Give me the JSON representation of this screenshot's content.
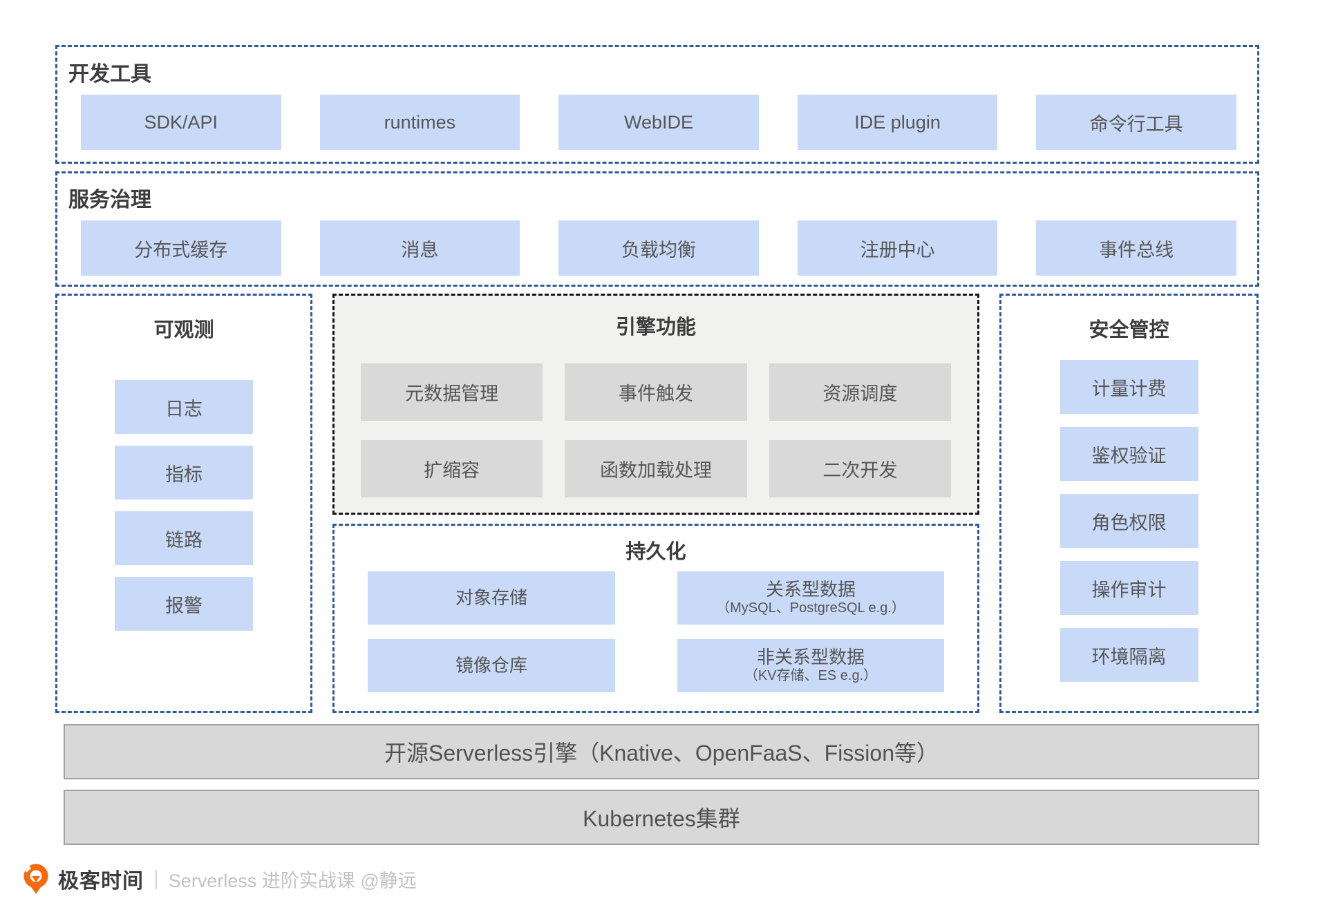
{
  "colors": {
    "box_blue": "#c9daf8",
    "dashed_border_blue": "#2d5a9d",
    "engine_background": "#f1f1f0",
    "engine_box_gray": "#d9d9d9",
    "base_bar_gray": "#d8d8d8",
    "brand_orange": "#f8690d"
  },
  "sections": {
    "dev_tools": {
      "title": "开发工具",
      "items": [
        "SDK/API",
        "runtimes",
        "WebIDE",
        "IDE plugin",
        "命令行工具"
      ]
    },
    "service_governance": {
      "title": "服务治理",
      "items": [
        "分布式缓存",
        "消息",
        "负载均衡",
        "注册中心",
        "事件总线"
      ]
    },
    "observability": {
      "title": "可观测",
      "items": [
        "日志",
        "指标",
        "链路",
        "报警"
      ]
    },
    "engine": {
      "title": "引擎功能",
      "items": [
        "元数据管理",
        "事件触发",
        "资源调度",
        "扩缩容",
        "函数加载处理",
        "二次开发"
      ]
    },
    "persistence": {
      "title": "持久化",
      "items": [
        {
          "label": "对象存储",
          "note": ""
        },
        {
          "label": "关系型数据",
          "note": "（MySQL、PostgreSQL e.g.）"
        },
        {
          "label": "镜像仓库",
          "note": ""
        },
        {
          "label": "非关系型数据",
          "note": "（KV存储、ES e.g.）"
        }
      ]
    },
    "security": {
      "title": "安全管控",
      "items": [
        "计量计费",
        "鉴权验证",
        "角色权限",
        "操作审计",
        "环境隔离"
      ]
    }
  },
  "base_layers": [
    "开源Serverless引擎（Knative、OpenFaaS、Fission等）",
    "Kubernetes集群"
  ],
  "footer": {
    "brand": "极客时间",
    "separator": "|",
    "course": "Serverless 进阶实战课 @静远"
  }
}
